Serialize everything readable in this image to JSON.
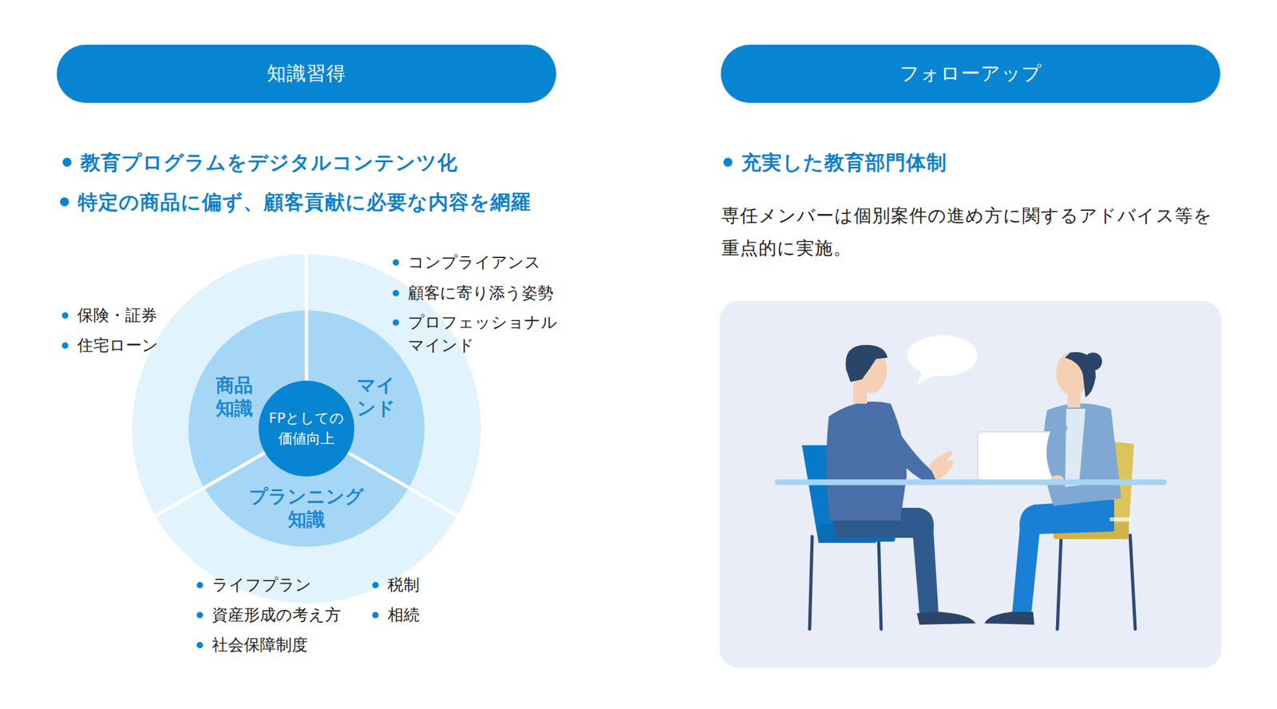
{
  "diagram": {
    "nodes": [
      {
        "text": [
          "知識習得"
        ]
      },
      {
        "text": [
          "商品 知識"
        ]
      },
      {
        "text": [
          "マイ ンド"
        ]
      },
      {
        "text": [
          "FPとしての 価値向上"
        ]
      },
      {
        "text": [
          "プランニング 知識"
        ]
      },
      {
        "text": [
          "フォローアップ"
        ]
      }
    ],
    "labels": [
      "教育プログラムをデジタルコンテンツ化",
      "特定の商品に偏ず、顧客貢献に必要な内容を網羅",
      "保険・証券",
      "住宅ローン",
      "コンプライアンス",
      "顧客に寄り添う姿勢",
      "プロフェッショナル マインド",
      "ライフプラン",
      "資産形成の考え方",
      "社会保障制度",
      "税制",
      "相続",
      "充実した教育部門体制",
      "専任メンバーは個別案件の進め方に関するアドバイス等を重点的に実施。"
    ]
  }
}
